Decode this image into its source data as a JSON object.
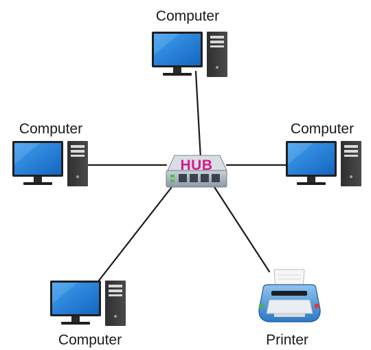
{
  "hub": {
    "label": "HUB"
  },
  "nodes": {
    "top": {
      "label": "Computer",
      "icon": "computer-icon"
    },
    "left": {
      "label": "Computer",
      "icon": "computer-icon"
    },
    "right": {
      "label": "Computer",
      "icon": "computer-icon"
    },
    "bottom_left": {
      "label": "Computer",
      "icon": "computer-icon"
    },
    "bottom_right": {
      "label": "Printer",
      "icon": "printer-icon"
    }
  },
  "colors": {
    "hub_label": "#d6188d",
    "screen": "#1e88e5",
    "cable": "#1a1a1a"
  }
}
